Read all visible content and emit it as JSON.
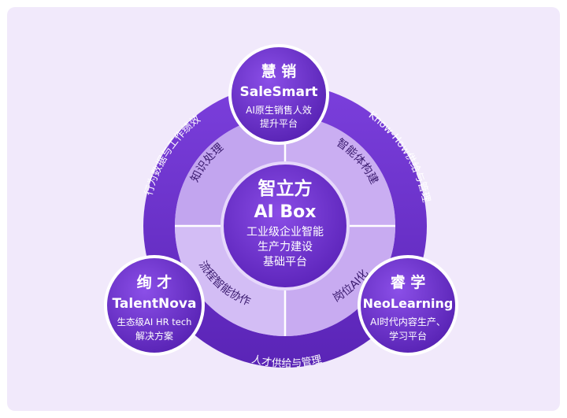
{
  "center": {
    "title": "智立方",
    "subtitle": "AI Box",
    "line1": "工业级企业智能",
    "line2": "生产力建设",
    "line3": "基础平台"
  },
  "inner_ring": {
    "top_left": "知识处理",
    "top_right": "智能体构建",
    "bottom_left": "流程智能协作",
    "bottom_right": "岗位AI化"
  },
  "outer_ring": {
    "left": "行为数据与工作绩效",
    "right": "Know-How供给与管理",
    "bottom": "人才供给与管理"
  },
  "products": {
    "top": {
      "cn": "慧 销",
      "en": "SaleSmart",
      "desc1": "AI原生销售人效",
      "desc2": "提升平台"
    },
    "left": {
      "cn": "绚 才",
      "en": "TalentNova",
      "desc1": "生态级AI HR tech",
      "desc2": "解决方案"
    },
    "right": {
      "cn": "睿 学",
      "en": "NeoLearning",
      "desc1": "AI时代内容生产、",
      "desc2": "学习平台"
    }
  },
  "colors": {
    "background": "#f1e9fb",
    "outer_ring": "#6a2fcf",
    "inner_ring": "#c4a8f0",
    "center": "#6d2fd0",
    "node": "#6b2fd1"
  }
}
